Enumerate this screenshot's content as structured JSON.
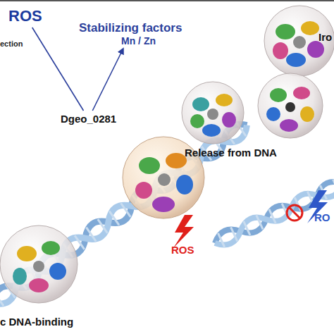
{
  "diagram": {
    "nodes": [
      {
        "text": [
          "ROS"
        ]
      },
      {
        "text": [
          "Stabilizing factors",
          "Mn / Zn"
        ]
      },
      {
        "text": [
          "Dgeo_0281"
        ]
      }
    ],
    "edges": [
      {
        "from": 2,
        "to": 0,
        "arrow": "none"
      },
      {
        "from": 2,
        "to": 1,
        "arrow": "to"
      }
    ],
    "labels": [
      "ection",
      "Iro",
      "Release from DNA",
      "ROS",
      "RO",
      "c DNA-binding"
    ]
  }
}
